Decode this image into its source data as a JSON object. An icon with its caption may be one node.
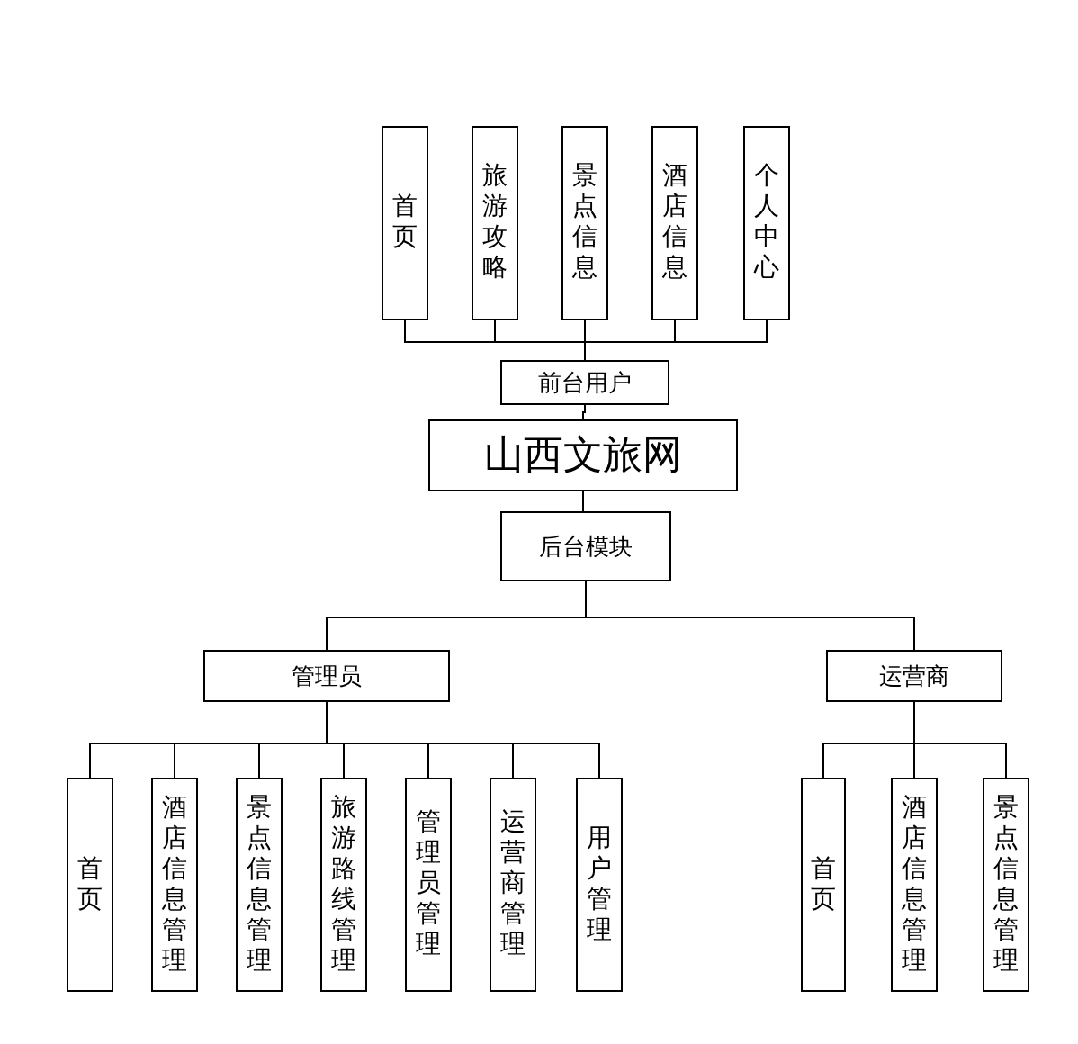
{
  "diagram": {
    "nodes": [
      {
        "text": [
          "首页"
        ]
      },
      {
        "text": [
          "旅游攻略"
        ]
      },
      {
        "text": [
          "景点信息"
        ]
      },
      {
        "text": [
          "酒店信息"
        ]
      },
      {
        "text": [
          "个人中心"
        ]
      },
      {
        "text": [
          "前台用户"
        ]
      },
      {
        "text": [
          "山西文旅网"
        ]
      },
      {
        "text": [
          "后台模块"
        ]
      },
      {
        "text": [
          "管理员"
        ]
      },
      {
        "text": [
          "运营商"
        ]
      },
      {
        "text": [
          "首页"
        ]
      },
      {
        "text": [
          "酒店信息管理"
        ]
      },
      {
        "text": [
          "景点信息管理"
        ]
      },
      {
        "text": [
          "旅游路线管理"
        ]
      },
      {
        "text": [
          "管理员管理"
        ]
      },
      {
        "text": [
          "运营商管理"
        ]
      },
      {
        "text": [
          "用户管理"
        ]
      },
      {
        "text": [
          "首页"
        ]
      },
      {
        "text": [
          "酒店信息管理"
        ]
      },
      {
        "text": [
          "景点信息管理"
        ]
      }
    ],
    "edges": [
      {
        "from": 5,
        "to": 0,
        "arrow": "none"
      },
      {
        "from": 5,
        "to": 1,
        "arrow": "none"
      },
      {
        "from": 5,
        "to": 2,
        "arrow": "none"
      },
      {
        "from": 5,
        "to": 3,
        "arrow": "none"
      },
      {
        "from": 5,
        "to": 4,
        "arrow": "none"
      },
      {
        "from": 6,
        "to": 5,
        "arrow": "none"
      },
      {
        "from": 6,
        "to": 7,
        "arrow": "none"
      },
      {
        "from": 7,
        "to": 8,
        "arrow": "none"
      },
      {
        "from": 7,
        "to": 9,
        "arrow": "none"
      },
      {
        "from": 8,
        "to": 10,
        "arrow": "none"
      },
      {
        "from": 8,
        "to": 11,
        "arrow": "none"
      },
      {
        "from": 8,
        "to": 12,
        "arrow": "none"
      },
      {
        "from": 8,
        "to": 13,
        "arrow": "none"
      },
      {
        "from": 8,
        "to": 14,
        "arrow": "none"
      },
      {
        "from": 8,
        "to": 15,
        "arrow": "none"
      },
      {
        "from": 8,
        "to": 16,
        "arrow": "none"
      },
      {
        "from": 9,
        "to": 17,
        "arrow": "none"
      },
      {
        "from": 9,
        "to": 18,
        "arrow": "none"
      },
      {
        "from": 9,
        "to": 19,
        "arrow": "none"
      }
    ]
  }
}
